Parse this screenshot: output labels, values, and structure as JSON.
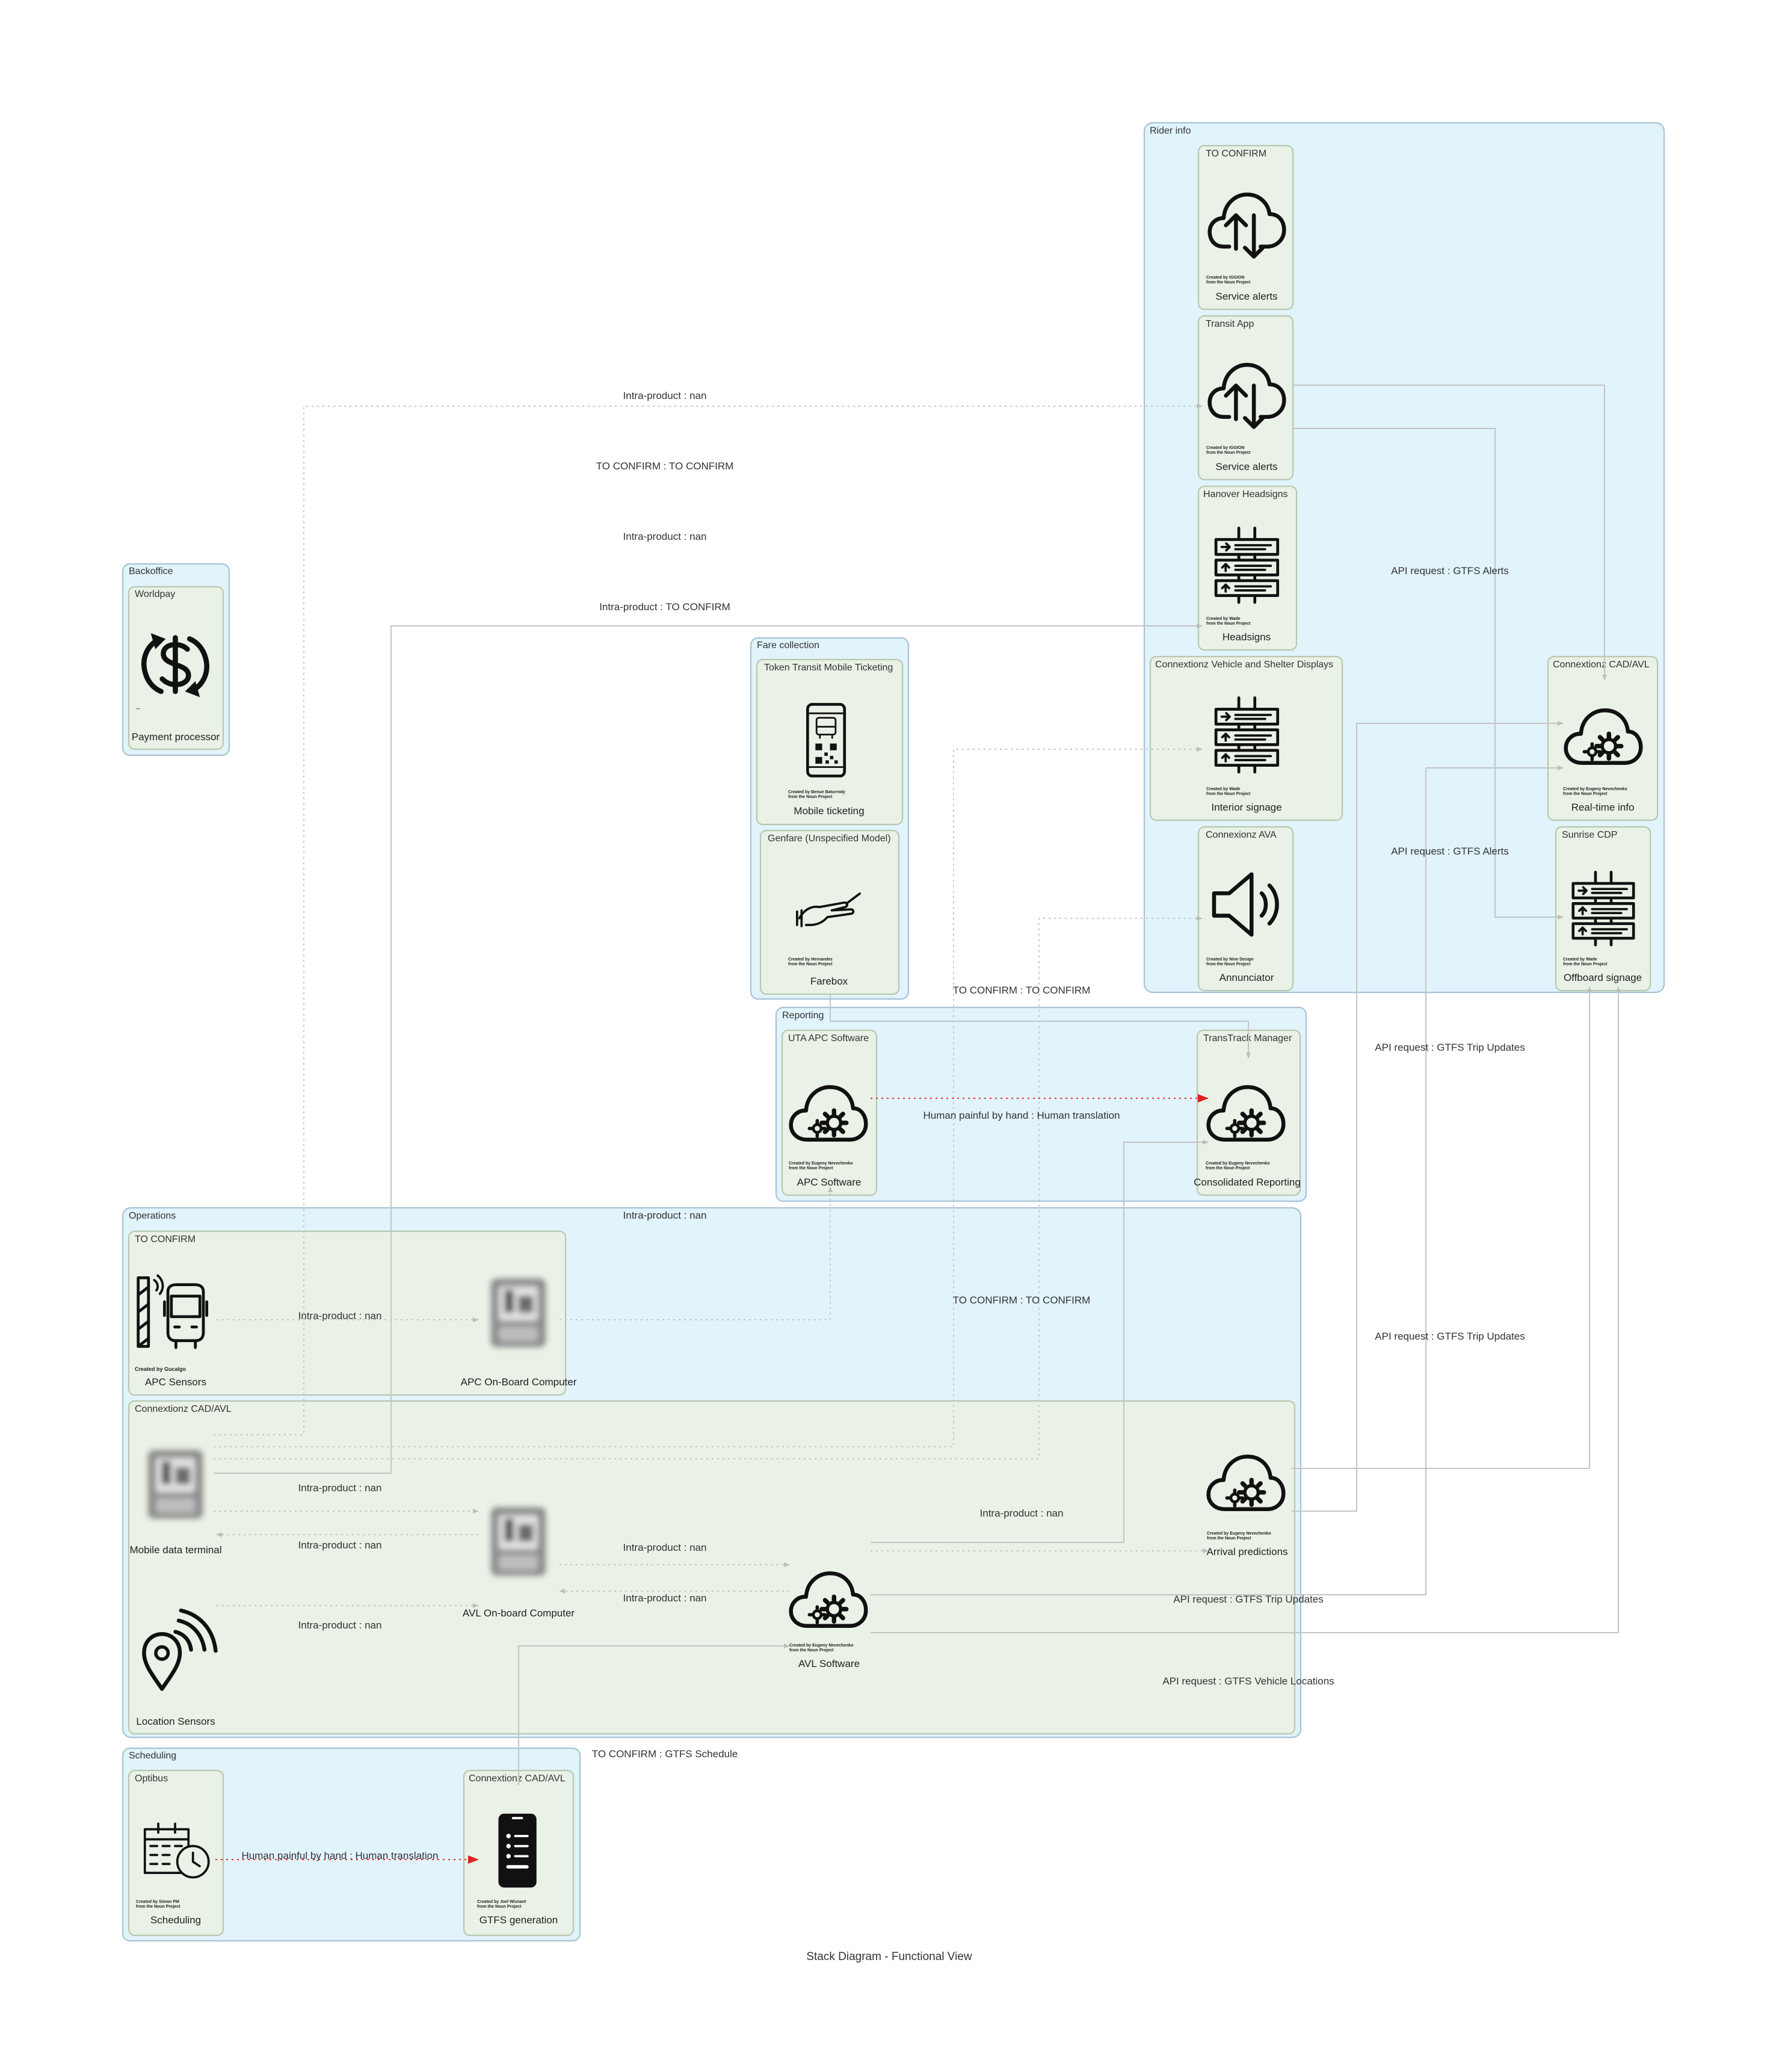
{
  "title": "Stack Diagram - Functional View",
  "groups": {
    "rider_info": "Rider info",
    "backoffice": "Backoffice",
    "fare_collection": "Fare collection",
    "reporting": "Reporting",
    "operations": "Operations",
    "scheduling": "Scheduling"
  },
  "products": {
    "to_confirm_alerts": "TO CONFIRM",
    "transit_app": "Transit App",
    "hanover": "Hanover Headsigns",
    "connexionz_displays": "Connextionz Vehicle and Shelter Displays",
    "connexionz_cad_ri": "Connextionz CAD/AVL",
    "connexionz_ava": "Connexionz AVA",
    "sunrise": "Sunrise CDP",
    "worldpay": "Worldpay",
    "token_transit": "Token Transit Mobile Ticketing",
    "genfare": "Genfare (Unspecified Model)",
    "uta_apc": "UTA APC Software",
    "transtrack": "TransTrack Manager",
    "to_confirm_ops": "TO CONFIRM",
    "connexionz_cad_ops": "Connextionz CAD/AVL",
    "optibus": "Optibus",
    "connexionz_cad_sched": "Connextionz CAD/AVL"
  },
  "items": {
    "service_alerts_1": "Service alerts",
    "service_alerts_2": "Service alerts",
    "headsigns": "Headsigns",
    "interior_signage": "Interior signage",
    "realtime_info": "Real-time info",
    "annunciator": "Annunciator",
    "offboard_signage": "Offboard signage",
    "payment_processor": "Payment processor",
    "mobile_ticketing": "Mobile ticketing",
    "farebox": "Farebox",
    "apc_software": "APC Software",
    "consolidated_reporting": "Consolidated Reporting",
    "apc_sensors": "APC Sensors",
    "apc_onboard": "APC On-Board Computer",
    "mdt": "Mobile data terminal",
    "avl_onboard": "AVL On-board Computer",
    "avl_software": "AVL Software",
    "arrival_predictions": "Arrival predictions",
    "location_sensors": "Location Sensors",
    "scheduling": "Scheduling",
    "gtfs_generation": "GTFS generation"
  },
  "credits": {
    "cloud_sync_1": "Created by IGGION\nfrom the Noun Project",
    "cloud_sync_2": "Created by IGGION\nfrom the Noun Project",
    "headsign_1": "Created by Wade\nfrom the Noun Project",
    "headsign_2": "Created by Wade\nfrom the Noun Project",
    "speaker": "Created by Nine Design\nfrom the Noun Project",
    "headsign_3": "Created by Wade\nfrom the Noun Project",
    "cloud_gear_rt": "Created by Eugeny Nevechenko\nfrom the Noun Project",
    "payment": "—",
    "phone_ticket": "Created by Benue Baturrody\nfrom the Noun Project",
    "farebox": "Created by Hernandez\nfrom the Noun Project",
    "cloud_gear_apc": "Created by Eugeny Nevechenko\nfrom the Noun Project",
    "cloud_gear_tt": "Created by Eugeny Nevechenko\nfrom the Noun Project",
    "apc_sensor": "Created by Gucalgo",
    "cloud_gear_arr": "Created by Eugeny Nevechenko\nfrom the Noun Project",
    "cloud_gear_avl": "Created by Eugeny Nevechenko\nfrom the Noun Project",
    "schedule": "Created by Simon PM\nfrom the Noun Project",
    "gtfs_phone": "Created by Joel Wisnant\nfrom the Noun Project"
  },
  "edges": {
    "e1": "Intra-product : nan",
    "e2": "TO CONFIRM : TO CONFIRM",
    "e3": "Intra-product : nan",
    "e4": "API request : GTFS Alerts",
    "e5": "Intra-product : TO CONFIRM",
    "e6": "API request : GTFS Alerts",
    "e7": "TO CONFIRM : TO CONFIRM",
    "e8": "API request : GTFS Trip Updates",
    "e9": "Human painful by hand : Human translation",
    "e10": "Intra-product : nan",
    "e11": "TO CONFIRM : TO CONFIRM",
    "e12": "Intra-product : nan",
    "e13": "API request : GTFS Trip Updates",
    "e14": "Intra-product : nan",
    "e15": "Intra-product : nan",
    "e16": "Intra-product : nan",
    "e17": "Intra-product : nan",
    "e18": "Intra-product : nan",
    "e19": "API request : GTFS Trip Updates",
    "e20": "Intra-product : nan",
    "e21": "API request : GTFS Vehicle Locations",
    "e22": "TO CONFIRM : GTFS Schedule",
    "e23": "Human painful by hand : Human translation"
  },
  "colors": {
    "group_fill": "#e1f3fb",
    "product_fill": "#eaf1e6",
    "edge": "#c4c4c4",
    "manual_edge": "#e03030"
  }
}
